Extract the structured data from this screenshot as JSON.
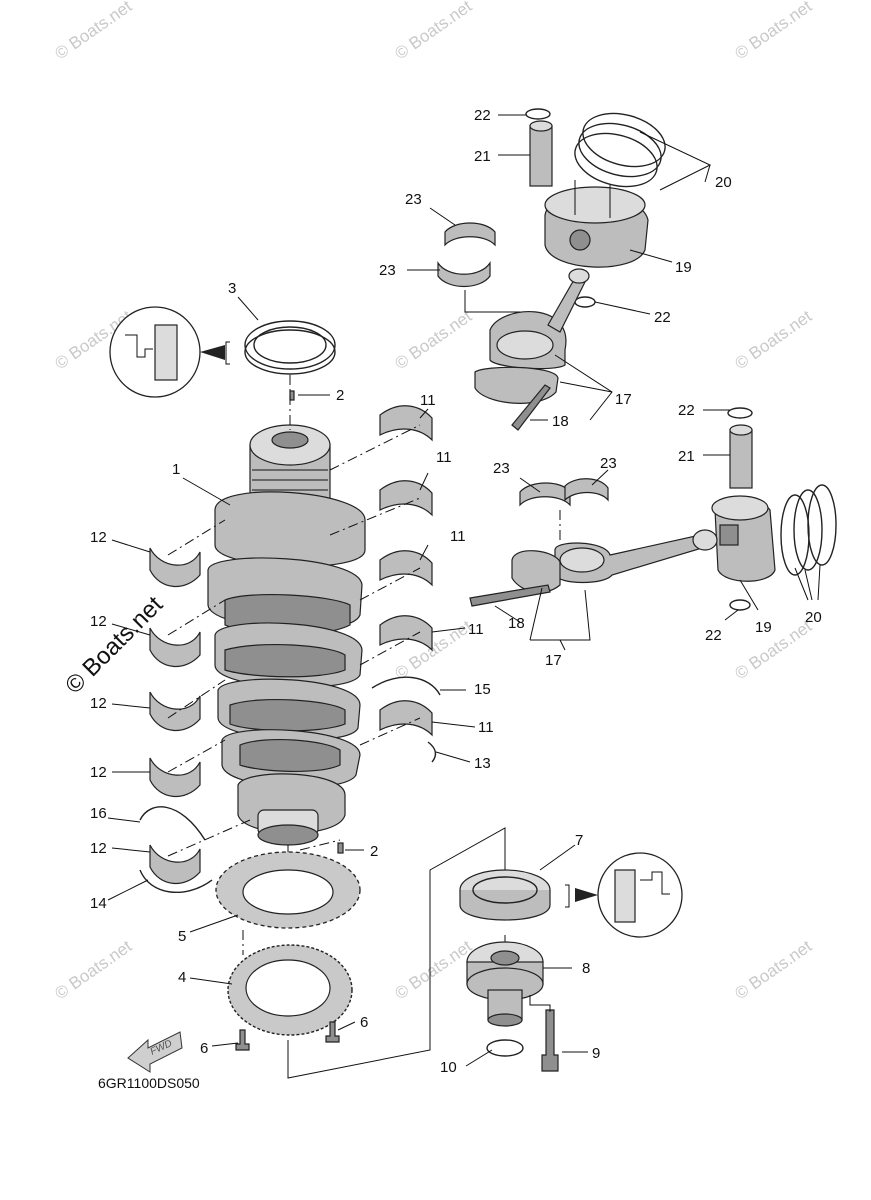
{
  "diagram_code": "6GR1100DS050",
  "fwd_label": "FWD",
  "watermark": "© Boats.net",
  "callouts": {
    "c1": "1",
    "c2a": "2",
    "c2b": "2",
    "c3": "3",
    "c4": "4",
    "c5": "5",
    "c6a": "6",
    "c6b": "6",
    "c7": "7",
    "c8": "8",
    "c9": "9",
    "c10": "10",
    "c11a": "11",
    "c11b": "11",
    "c11c": "11",
    "c11d": "11",
    "c11e": "11",
    "c12a": "12",
    "c12b": "12",
    "c12c": "12",
    "c12d": "12",
    "c12e": "12",
    "c13": "13",
    "c14": "14",
    "c15": "15",
    "c16": "16",
    "c17a": "17",
    "c17b": "17",
    "c18a": "18",
    "c18b": "18",
    "c19a": "19",
    "c19b": "19",
    "c20a": "20",
    "c20b": "20",
    "c21a": "21",
    "c21b": "21",
    "c22a": "22",
    "c22b": "22",
    "c22c": "22",
    "c22d": "22",
    "c23a": "23",
    "c23b": "23",
    "c23c": "23",
    "c23d": "23"
  }
}
